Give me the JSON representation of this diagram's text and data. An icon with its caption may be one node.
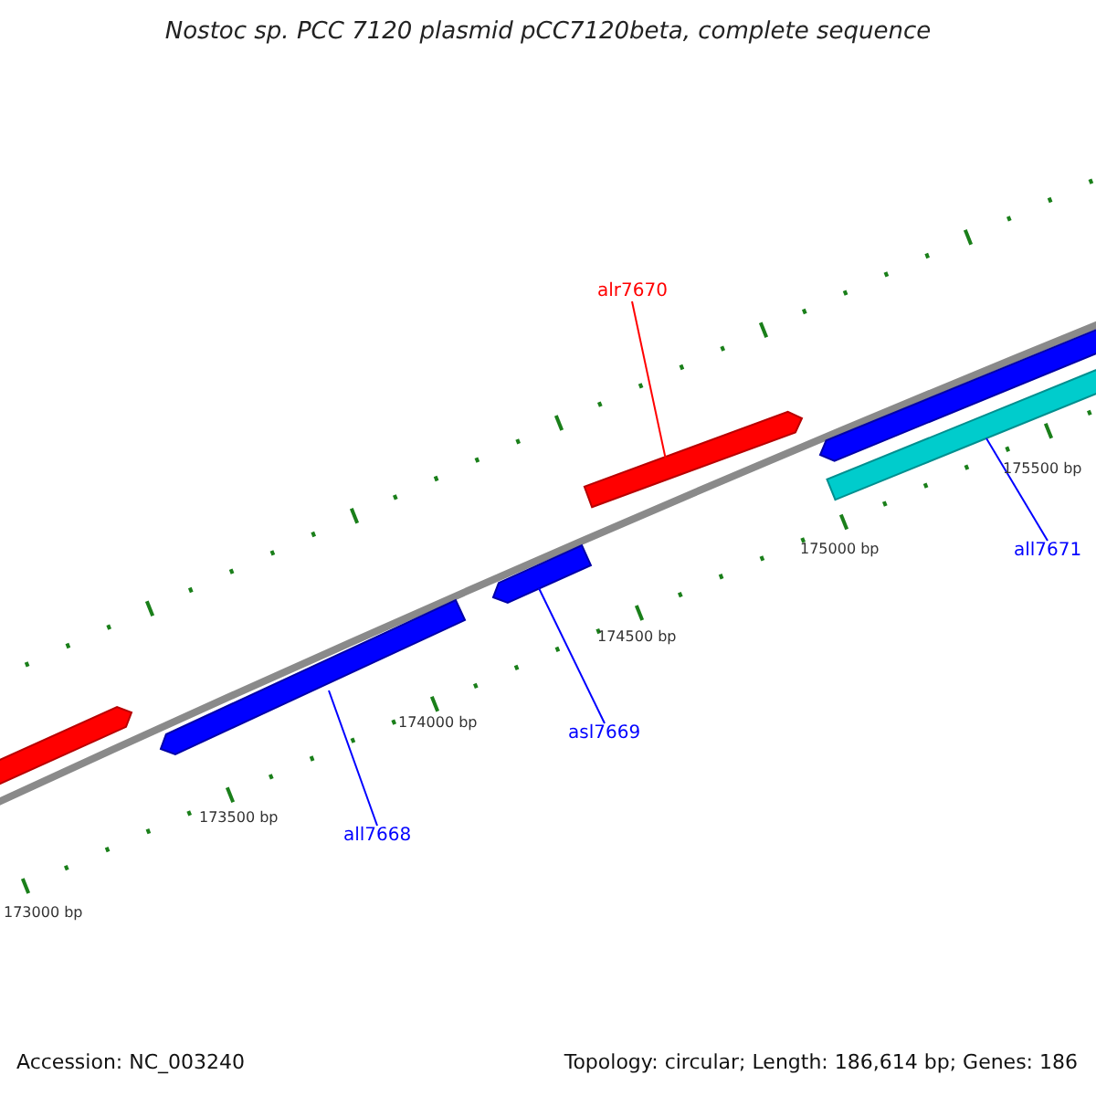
{
  "diagram": {
    "title": "Nostoc sp. PCC 7120 plasmid pCC7120beta, complete sequence",
    "nodes": [
      {
        "text": [],
        "shape": "bar"
      },
      {
        "text": [],
        "shape": "bar"
      },
      {
        "text": [],
        "shape": "bar"
      },
      {
        "text": [],
        "shape": "bar"
      },
      {
        "text": [],
        "shape": "bar"
      },
      {
        "text": [],
        "shape": "bar"
      },
      {
        "text": [
          "alr7670"
        ]
      },
      {
        "text": [
          "all7671"
        ]
      },
      {
        "text": [
          "asl7669"
        ]
      },
      {
        "text": [
          "all7668"
        ]
      }
    ],
    "edges": [
      {
        "from": 6,
        "to": 3,
        "arrow": "none",
        "color": "#ff0000"
      },
      {
        "from": 7,
        "to": 5,
        "arrow": "none"
      },
      {
        "from": 8,
        "to": 2,
        "arrow": "none"
      },
      {
        "from": 9,
        "to": 1,
        "arrow": "none"
      }
    ],
    "labels": [
      "173000 bp",
      "173500 bp",
      "174000 bp",
      "174500 bp",
      "175000 bp",
      "175500 bp",
      "Accession: NC_003240",
      "Topology: circular; Length: 186,614 bp; Genes: 186"
    ]
  }
}
